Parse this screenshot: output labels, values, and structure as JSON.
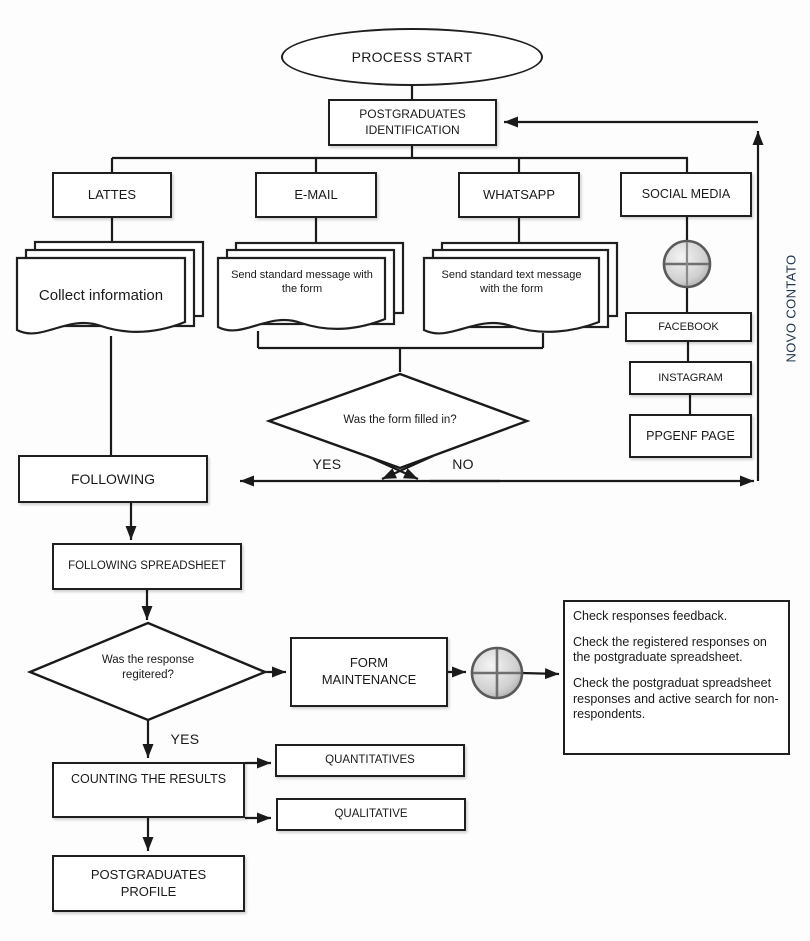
{
  "flowchart": {
    "start": "PROCESS START",
    "identification": "POSTGRADUATES IDENTIFICATION",
    "channels": {
      "lattes": "LATTES",
      "email": "E-MAIL",
      "whatsapp": "WHATSAPP",
      "social_media": "SOCIAL MEDIA"
    },
    "documents": {
      "collect": "Collect information",
      "email_message": "Send standard message with the form",
      "whatsapp_message": "Send standard text message with the form"
    },
    "social_pages": {
      "facebook": "FACEBOOK",
      "instagram": "INSTAGRAM",
      "ppgenf": "PPGENF PAGE"
    },
    "feedback_label": "NOVO CONTATO",
    "decision_form": {
      "question": "Was the form filled in?",
      "yes": "YES",
      "no": "NO"
    },
    "following": "FOLLOWING",
    "following_spreadsheet": "FOLLOWING SPREADSHEET",
    "decision_response": {
      "question": "Was the response regitered?",
      "yes": "YES"
    },
    "form_maintenance": "FORM MAINTENANCE",
    "notes": [
      "Check responses feedback.",
      "Check the registered responses on the postgraduate spreadsheet.",
      "Check the postgraduat spreadsheet responses and active search for non-respondents."
    ],
    "counting": "COUNTING THE RESULTS",
    "quantitatives": "QUANTITATIVES",
    "qualitative": "QUALITATIVE",
    "profile": "POSTGRADUATES PROFILE"
  },
  "colors": {
    "line": "#1a1a1a",
    "box_fill": "#ffffff",
    "feedback_text": "#22384c",
    "connector_sphere": "#c4c4c4"
  }
}
